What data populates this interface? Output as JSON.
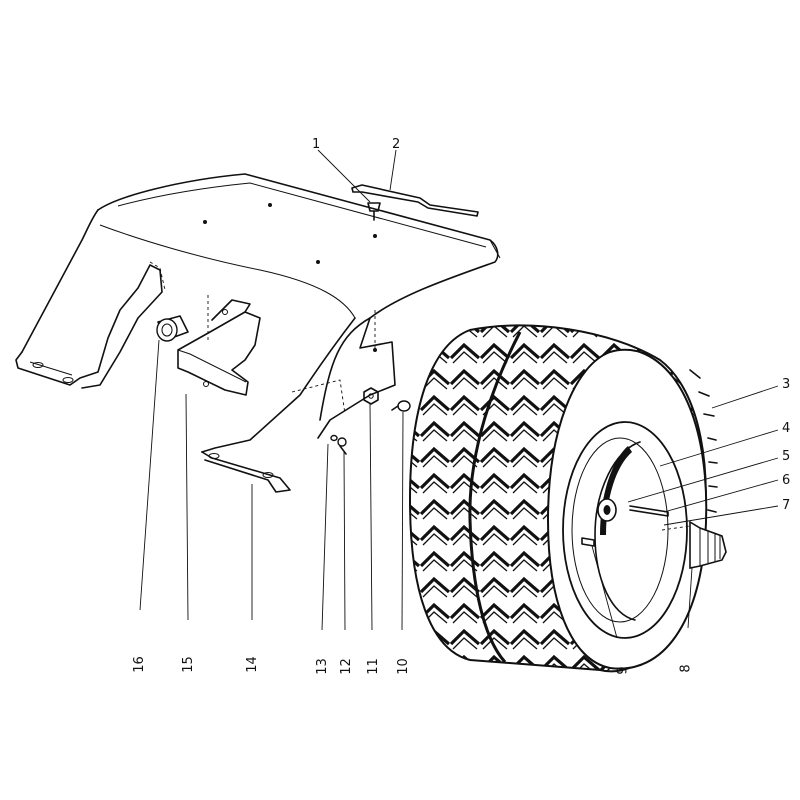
{
  "callouts": [
    "1",
    "2",
    "3",
    "4",
    "5",
    "6",
    "7",
    "8",
    "9",
    "10",
    "11",
    "12",
    "13",
    "14",
    "15",
    "16"
  ]
}
